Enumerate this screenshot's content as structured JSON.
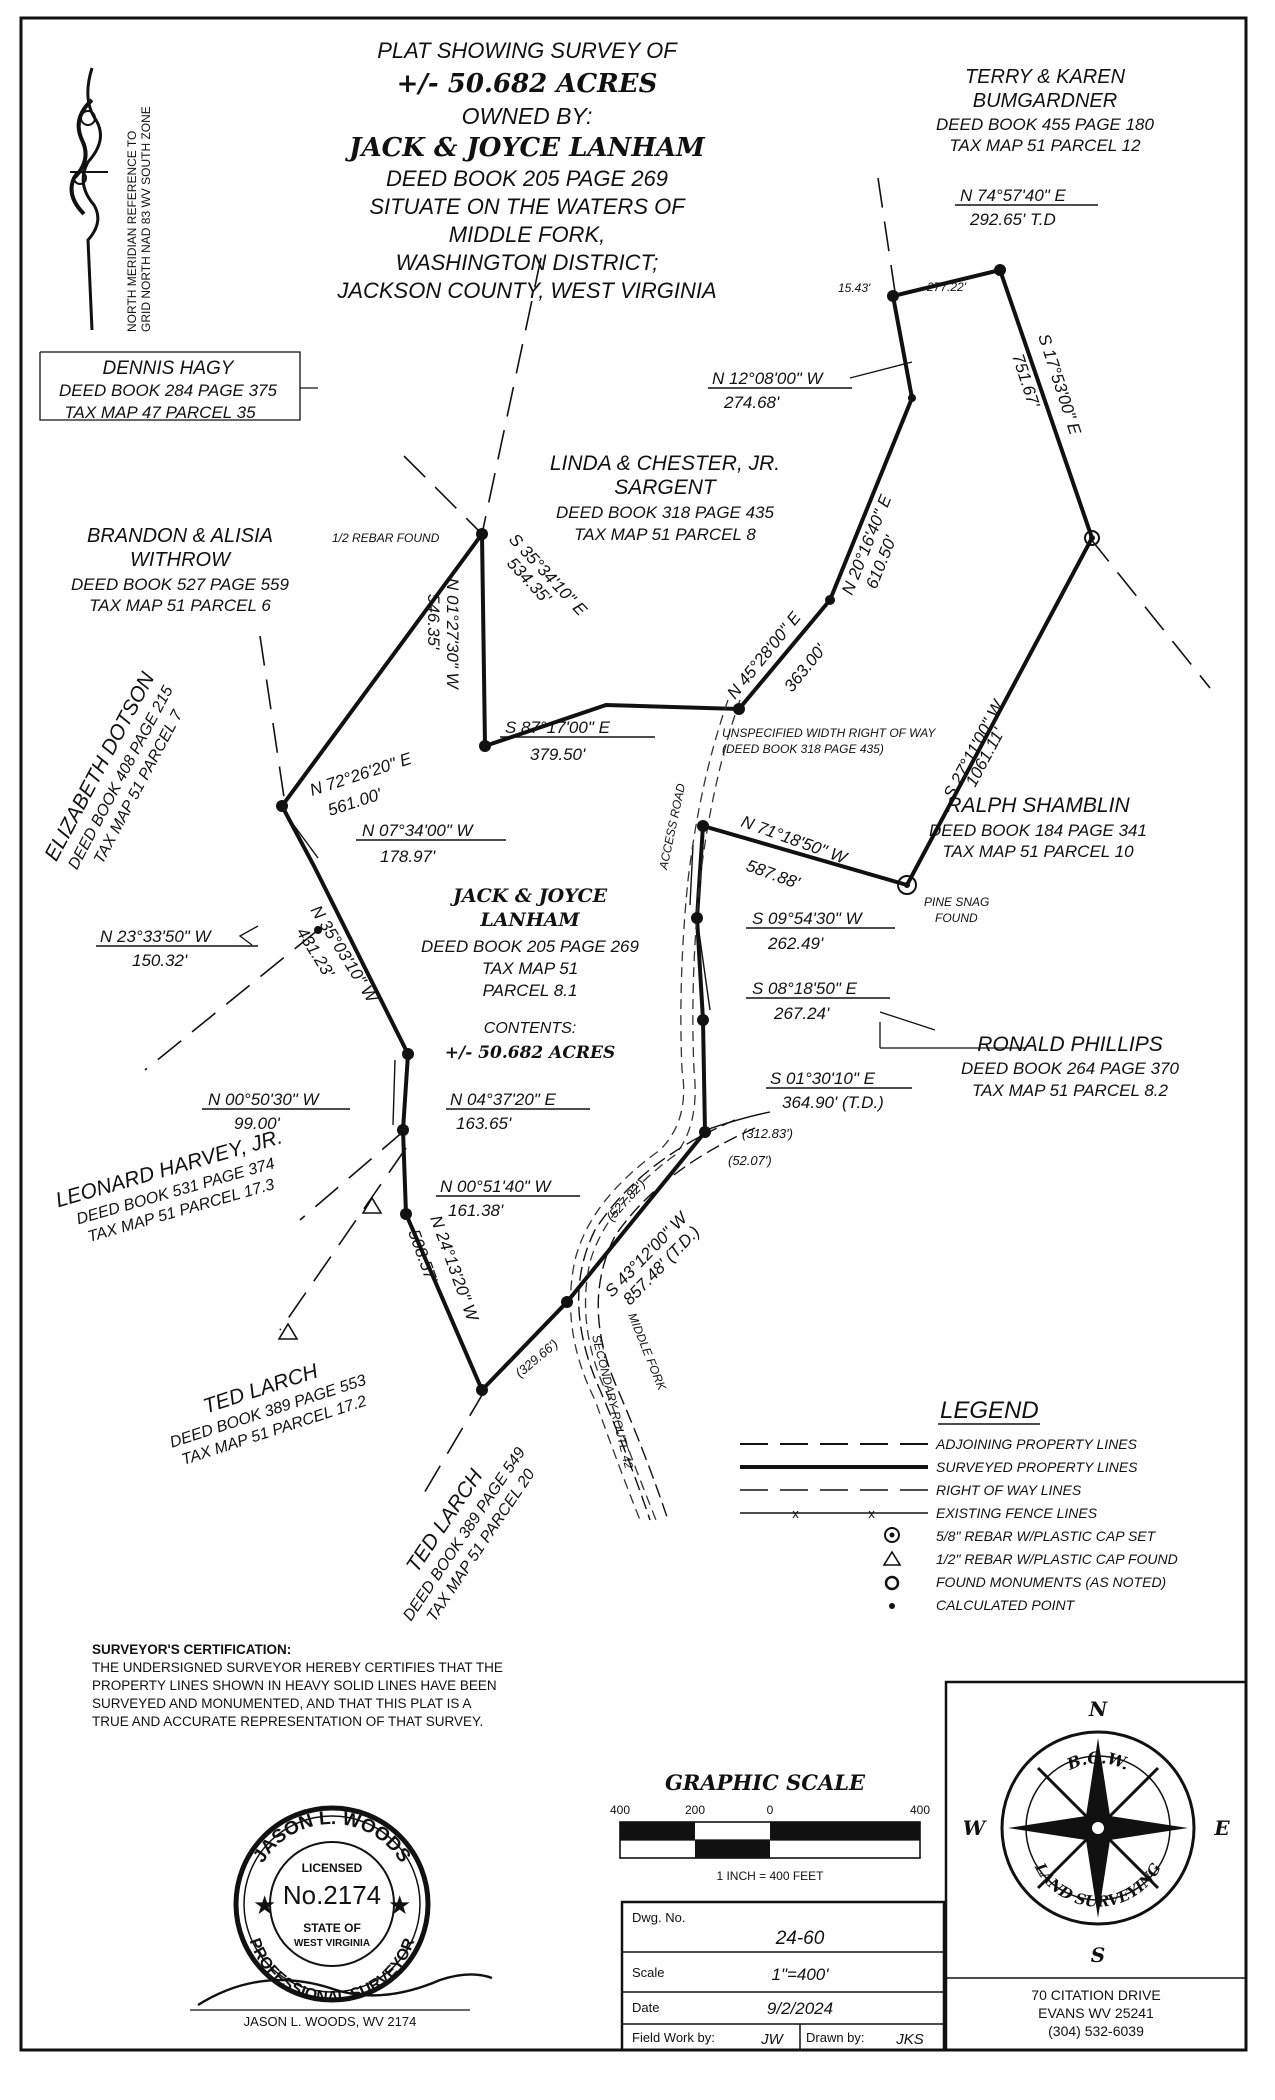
{
  "title": {
    "line1": "PLAT SHOWING SURVEY OF",
    "line2": "+/- 50.682 ACRES",
    "line3": "OWNED BY:",
    "line4": "JACK & JOYCE LANHAM",
    "line5": "DEED BOOK 205 PAGE 269",
    "line6": "SITUATE ON THE WATERS OF",
    "line7": "MIDDLE FORK,",
    "line8": "WASHINGTON DISTRICT;",
    "line9": "JACKSON COUNTY, WEST VIRGINIA"
  },
  "north_arrow_text": {
    "line1": "NORTH MERIDIAN REFERENCE TO",
    "line2": "GRID NORTH NAD 83 WV SOUTH ZONE"
  },
  "owners": {
    "hagy": {
      "name": "DENNIS HAGY",
      "deed": "DEED BOOK 284 PAGE 375",
      "tax": "TAX MAP 47 PARCEL 35"
    },
    "bumgardner": {
      "name1": "TERRY & KAREN",
      "name2": "BUMGARDNER",
      "deed": "DEED BOOK 455 PAGE 180",
      "tax": "TAX MAP 51 PARCEL 12"
    },
    "sargent": {
      "name1": "LINDA & CHESTER, JR.",
      "name2": "SARGENT",
      "deed": "DEED BOOK 318 PAGE 435",
      "tax": "TAX MAP 51 PARCEL 8"
    },
    "withrow": {
      "name1": "BRANDON & ALISIA",
      "name2": "WITHROW",
      "deed": "DEED BOOK 527 PAGE 559",
      "tax": "TAX MAP 51 PARCEL 6"
    },
    "dotson": {
      "name": "ELIZABETH DOTSON",
      "deed": "DEED BOOK 408 PAGE 215",
      "tax": "TAX MAP 51 PARCEL 7"
    },
    "lanham": {
      "name1": "JACK & JOYCE",
      "name2": "LANHAM",
      "deed": "DEED BOOK 205 PAGE 269",
      "tax1": "TAX MAP 51",
      "tax2": "PARCEL 8.1",
      "contents_label": "CONTENTS:",
      "contents_value": "+/- 50.682 ACRES"
    },
    "shamblin": {
      "name": "RALPH SHAMBLIN",
      "deed": "DEED BOOK 184 PAGE 341",
      "tax": "TAX MAP 51 PARCEL 10"
    },
    "phillips": {
      "name": "RONALD PHILLIPS",
      "deed": "DEED BOOK 264 PAGE 370",
      "tax": "TAX MAP 51 PARCEL 8.2"
    },
    "harvey": {
      "name": "LEONARD HARVEY, JR.",
      "deed": "DEED BOOK 531 PAGE 374",
      "tax": "TAX MAP 51 PARCEL 17.3"
    },
    "larch1": {
      "name": "TED LARCH",
      "deed": "DEED BOOK 389 PAGE 553",
      "tax": "TAX MAP 51 PARCEL 17.2"
    },
    "larch2": {
      "name": "TED LARCH",
      "deed": "DEED BOOK 389 PAGE 549",
      "tax": "TAX MAP 51 PARCEL 20"
    }
  },
  "calls": {
    "c_n745740": {
      "bearing": "N 74°57'40\" E",
      "distance": "292.65' T.D"
    },
    "c_1543": "15.43'",
    "c_27722": "277.22'",
    "c_s171": {
      "bearing": "S 17°53'00\" E",
      "distance": "751.67'"
    },
    "c_n1208": {
      "bearing": "N 12°08'00\" W",
      "distance": "274.68'"
    },
    "c_n2016": {
      "bearing": "N 20°16'40\" E",
      "distance": "610.50'"
    },
    "c_n4528": {
      "bearing": "N 45°28'00\" E",
      "distance": "363.00'"
    },
    "c_s3534": {
      "bearing": "S 35°34'10\" E",
      "distance": "534.35'"
    },
    "c_n0127": {
      "bearing": "N 01°27'30\" W",
      "distance": "546.35'"
    },
    "c_s8717": {
      "bearing": "S 87°17'00\" E",
      "distance": "379.50'"
    },
    "c_n7226": {
      "bearing": "N 72°26'20\" E",
      "distance": "561.00'"
    },
    "c_n0734": {
      "bearing": "N 07°34'00\" W",
      "distance": "178.97'"
    },
    "c_n2333": {
      "bearing": "N 23°33'50\" W",
      "distance": "150.32'"
    },
    "c_n3503": {
      "bearing": "N 35°03'10\" W",
      "distance": "431.23'"
    },
    "c_n0050": {
      "bearing": "N 00°50'30\" W",
      "distance": "99.00'"
    },
    "c_n0437": {
      "bearing": "N 04°37'20\" E",
      "distance": "163.65'"
    },
    "c_n0051": {
      "bearing": "N 00°51'40\" W",
      "distance": "161.38'"
    },
    "c_n2413": {
      "bearing": "N 24°13'20\" W",
      "distance": "508.57'"
    },
    "c_s2711": {
      "bearing": "S 27°11'00\" W",
      "distance": "1061.11'"
    },
    "c_n7118": {
      "bearing": "N 71°18'50\" W",
      "distance": "587.88'"
    },
    "c_s0954": {
      "bearing": "S 09°54'30\" W",
      "distance": "262.49'"
    },
    "c_s0818": {
      "bearing": "S 08°18'50\" E",
      "distance": "267.24'"
    },
    "c_s0130": {
      "bearing": "S 01°30'10\" E",
      "distance": "364.90' (T.D.)"
    },
    "c_s4312": {
      "bearing": "S 43°12'00\" W",
      "distance": "857.48' (T.D.)"
    },
    "c_31283": "(312.83')",
    "c_5207": "(52.07')",
    "c_52782": "(527.82')",
    "c_32966": "(329.66')"
  },
  "notes": {
    "rebar_found": "1/2 REBAR FOUND",
    "pine_snag1": "PINE SNAG",
    "pine_snag2": "FOUND",
    "row1": "UNSPECIFIED WIDTH RIGHT OF WAY",
    "row2": "(DEED BOOK 318 PAGE 435)",
    "access_road": "ACCESS ROAD",
    "middle_fork": "MIDDLE FORK",
    "route": "SECONDARY ROUTE 42"
  },
  "legend": {
    "title": "LEGEND",
    "items": [
      "ADJOINING PROPERTY LINES",
      "SURVEYED PROPERTY LINES",
      "RIGHT OF WAY LINES",
      "EXISTING FENCE LINES",
      "5/8\" REBAR W/PLASTIC CAP SET",
      "1/2\" REBAR W/PLASTIC CAP FOUND",
      "FOUND MONUMENTS (AS NOTED)",
      "CALCULATED POINT"
    ]
  },
  "certification": {
    "heading": "SURVEYOR'S CERTIFICATION:",
    "line1": "THE UNDERSIGNED SURVEYOR HEREBY CERTIFIES THAT THE",
    "line2": "PROPERTY LINES SHOWN IN HEAVY SOLID LINES HAVE BEEN",
    "line3": "SURVEYED AND MONUMENTED, AND THAT THIS PLAT IS A",
    "line4": "TRUE AND ACCURATE REPRESENTATION OF THAT SURVEY."
  },
  "scale": {
    "title": "GRAPHIC SCALE",
    "ticks": [
      "400",
      "200",
      "0",
      "400"
    ],
    "note": "1 INCH = 400 FEET"
  },
  "seal": {
    "top": "JASON L. WOODS",
    "licensed": "LICENSED",
    "number": "No.2174",
    "state1": "STATE OF",
    "state2": "WEST VIRGINIA",
    "bottom": "PROFESSIONAL SURVEYOR",
    "signature_line": "JASON L. WOODS, WV 2174"
  },
  "title_block": {
    "dwg_label": "Dwg. No.",
    "dwg_value": "24-60",
    "scale_label": "Scale",
    "scale_value": "1\"=400'",
    "date_label": "Date",
    "date_value": "9/2/2024",
    "field_label": "Field Work by:",
    "field_value": "JW",
    "drawn_label": "Drawn by:",
    "drawn_value": "JKS"
  },
  "company": {
    "n": "N",
    "s": "S",
    "e": "E",
    "w": "W",
    "logo_top": "B.O.W.",
    "logo_bottom": "LAND SURVEYING",
    "address1": "70 CITATION DRIVE",
    "address2": "EVANS WV 25241",
    "phone": "(304) 532-6039"
  }
}
